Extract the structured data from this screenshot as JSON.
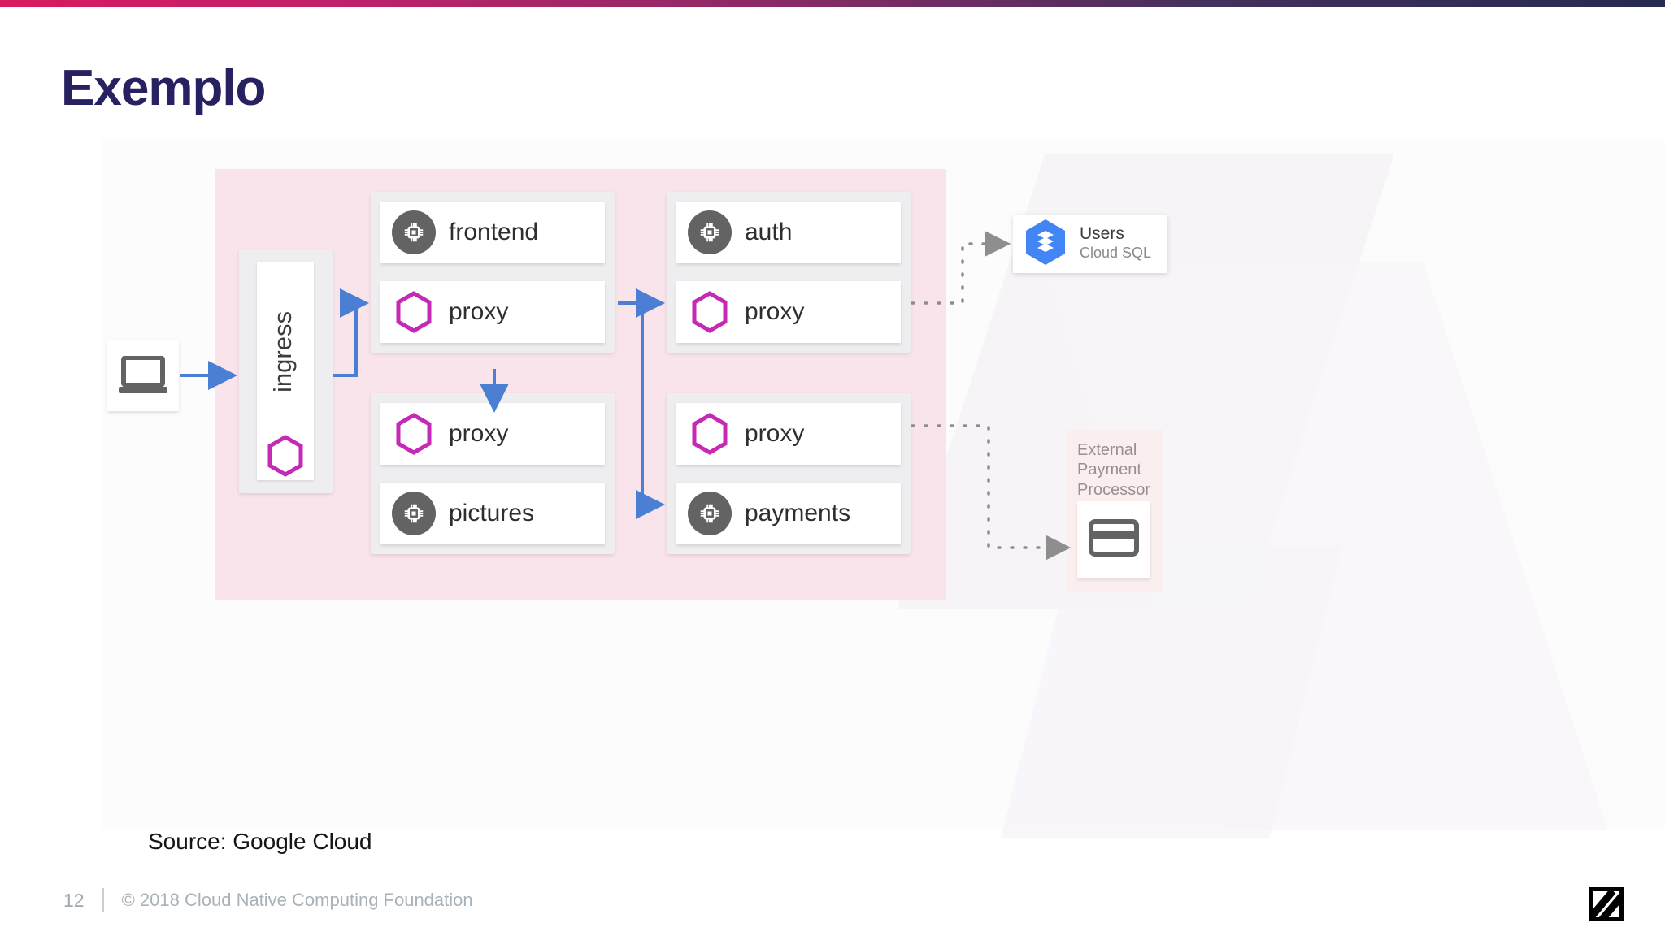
{
  "slide": {
    "title": "Exemplo",
    "source_note": "Source: Google Cloud",
    "page_number": "12",
    "copyright": "© 2018 Cloud Native Computing Foundation",
    "accent_gradient_start": "#d81a60",
    "accent_gradient_end": "#262a50",
    "title_color": "#262261",
    "cluster_fill": "#f8e4ea",
    "pod_fill": "#eeeef0",
    "hexagon_color": "#c42ab5",
    "chip_circle_color": "#636363",
    "arrow_color": "#4a7fd4",
    "dotted_color": "#8e8e8e"
  },
  "client": {
    "icon": "laptop-icon"
  },
  "ingress": {
    "label": "ingress",
    "icon": "hexagon-icon"
  },
  "pods": [
    {
      "id": "frontend",
      "replicated": true,
      "cards": [
        {
          "icon": "chip-icon",
          "label": "frontend"
        },
        {
          "icon": "hexagon-icon",
          "label": "proxy"
        }
      ]
    },
    {
      "id": "pictures",
      "replicated": true,
      "cards": [
        {
          "icon": "hexagon-icon",
          "label": "proxy"
        },
        {
          "icon": "chip-icon",
          "label": "pictures"
        }
      ]
    },
    {
      "id": "auth",
      "replicated": false,
      "cards": [
        {
          "icon": "chip-icon",
          "label": "auth"
        },
        {
          "icon": "hexagon-icon",
          "label": "proxy"
        }
      ]
    },
    {
      "id": "payments",
      "replicated": false,
      "cards": [
        {
          "icon": "hexagon-icon",
          "label": "proxy"
        },
        {
          "icon": "chip-icon",
          "label": "payments"
        }
      ]
    }
  ],
  "external": {
    "users": {
      "title": "Users",
      "subtitle": "Cloud SQL",
      "icon": "cloud-sql-hexagon-icon",
      "icon_color": "#4285f4"
    },
    "payment_processor": {
      "label": "External\nPayment\nProcessor",
      "label_line1": "External",
      "label_line2": "Payment",
      "label_line3": "Processor",
      "icon": "credit-card-icon"
    }
  }
}
